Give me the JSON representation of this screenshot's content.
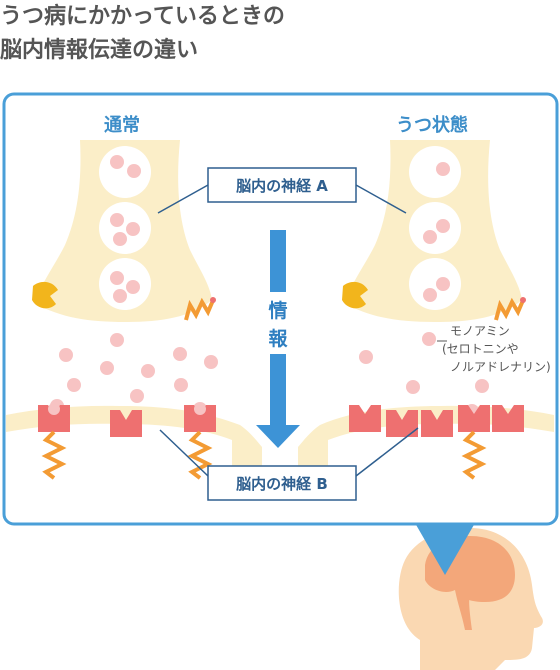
{
  "title": {
    "line1": "うつ病にかかっているときの",
    "line2": "脳内情報伝達の違い"
  },
  "panels": {
    "left_label": "通常",
    "right_label": "うつ状態"
  },
  "labels": {
    "neuron_a": "脳内の神経 A",
    "neuron_b": "脳内の神経 B",
    "info_char1": "情",
    "info_char2": "報",
    "monoamine_line1": "モノアミン",
    "monoamine_line2": "(セロトニンや",
    "monoamine_line3": "ノルアドレナリン)"
  },
  "colors": {
    "frame": "#4a9fd8",
    "neuron_fill": "#fbeec8",
    "vesicle": "#f7c3c3",
    "receptor": "#ee7070",
    "spring": "#f39b34",
    "autoreceptor": "#f2b51c",
    "arrow": "#3d93d6",
    "head": "#fad8b2",
    "brain": "#f3a77a"
  }
}
